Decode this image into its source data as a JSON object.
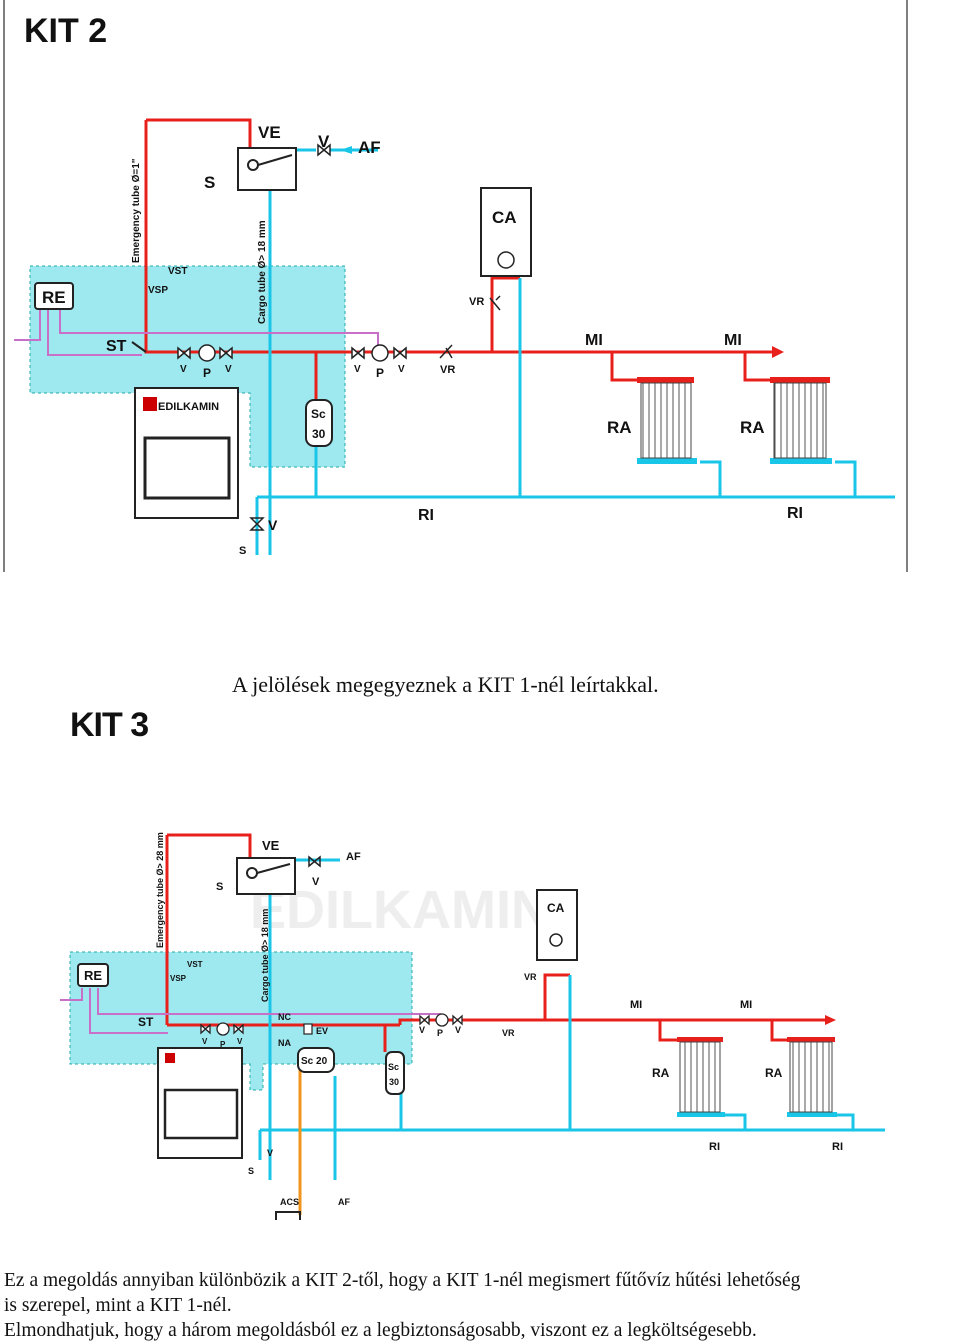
{
  "kit2": {
    "title": "KIT 2",
    "labels": {
      "ve": "VE",
      "v_top": "V",
      "af": "AF",
      "s_top": "S",
      "emergency": "Emergency tube Ø=1\"",
      "cargo": "Cargo tube Ø> 18 mm",
      "re": "RE",
      "vst": "VST",
      "vsp": "VSP",
      "st": "ST",
      "v1": "V",
      "p1": "P",
      "v2": "V",
      "v3": "V",
      "p2": "P",
      "v4": "V",
      "vr_line": "VR",
      "ca": "CA",
      "vr_ca": "VR",
      "mi1": "MI",
      "mi2": "MI",
      "ra1": "RA",
      "ra2": "RA",
      "sc": "Sc",
      "sc_num": "30",
      "ri1": "RI",
      "ri2": "RI",
      "v_bottom": "V",
      "s_bottom": "S",
      "brand": "EDILKAMIN"
    }
  },
  "caption1": "A jelölések megegyeznek a KIT 1-nél leírtakkal.",
  "kit3": {
    "title": "KIT 3",
    "labels": {
      "emergency": "Emergency tube Ø> 28 mm",
      "cargo": "Cargo tube Ø> 18 mm",
      "ve": "VE",
      "af_top": "AF",
      "s_top": "S",
      "v_top": "V",
      "ca": "CA",
      "vr_ca": "VR",
      "re": "RE",
      "vst": "VST",
      "vsp": "VSP",
      "st": "ST",
      "nc": "NC",
      "ev": "EV",
      "na": "NA",
      "sc20": "Sc 20",
      "sc30a": "Sc",
      "sc30b": "30",
      "v1": "V",
      "p1": "P",
      "v2": "V",
      "v3": "V",
      "p2": "P",
      "v4": "V",
      "vr_line": "VR",
      "mi1": "MI",
      "mi2": "MI",
      "ra1": "RA",
      "ra2": "RA",
      "ri1": "RI",
      "ri2": "RI",
      "v_bottom": "V",
      "s_bottom": "S",
      "acs": "ACS",
      "af_bottom": "AF",
      "brand": "EDILKAMIN"
    }
  },
  "paragraph": {
    "line1": "Ez a megoldás annyiban különbözik a KIT 2-től, hogy a KIT 1-nél megismert fűtővíz hűtési lehetőség",
    "line2": "is szerepel, mint a KIT 1-nél.",
    "line3": "Elmondhatjuk, hogy a három megoldásból ez a legbiztonságosabb, viszont ez a legköltségesebb."
  },
  "colors": {
    "hot": "#e8201c",
    "cold": "#19c6e8",
    "zone": "#9ee8ef",
    "purple": "#c86fc8",
    "orange": "#f0941e"
  }
}
